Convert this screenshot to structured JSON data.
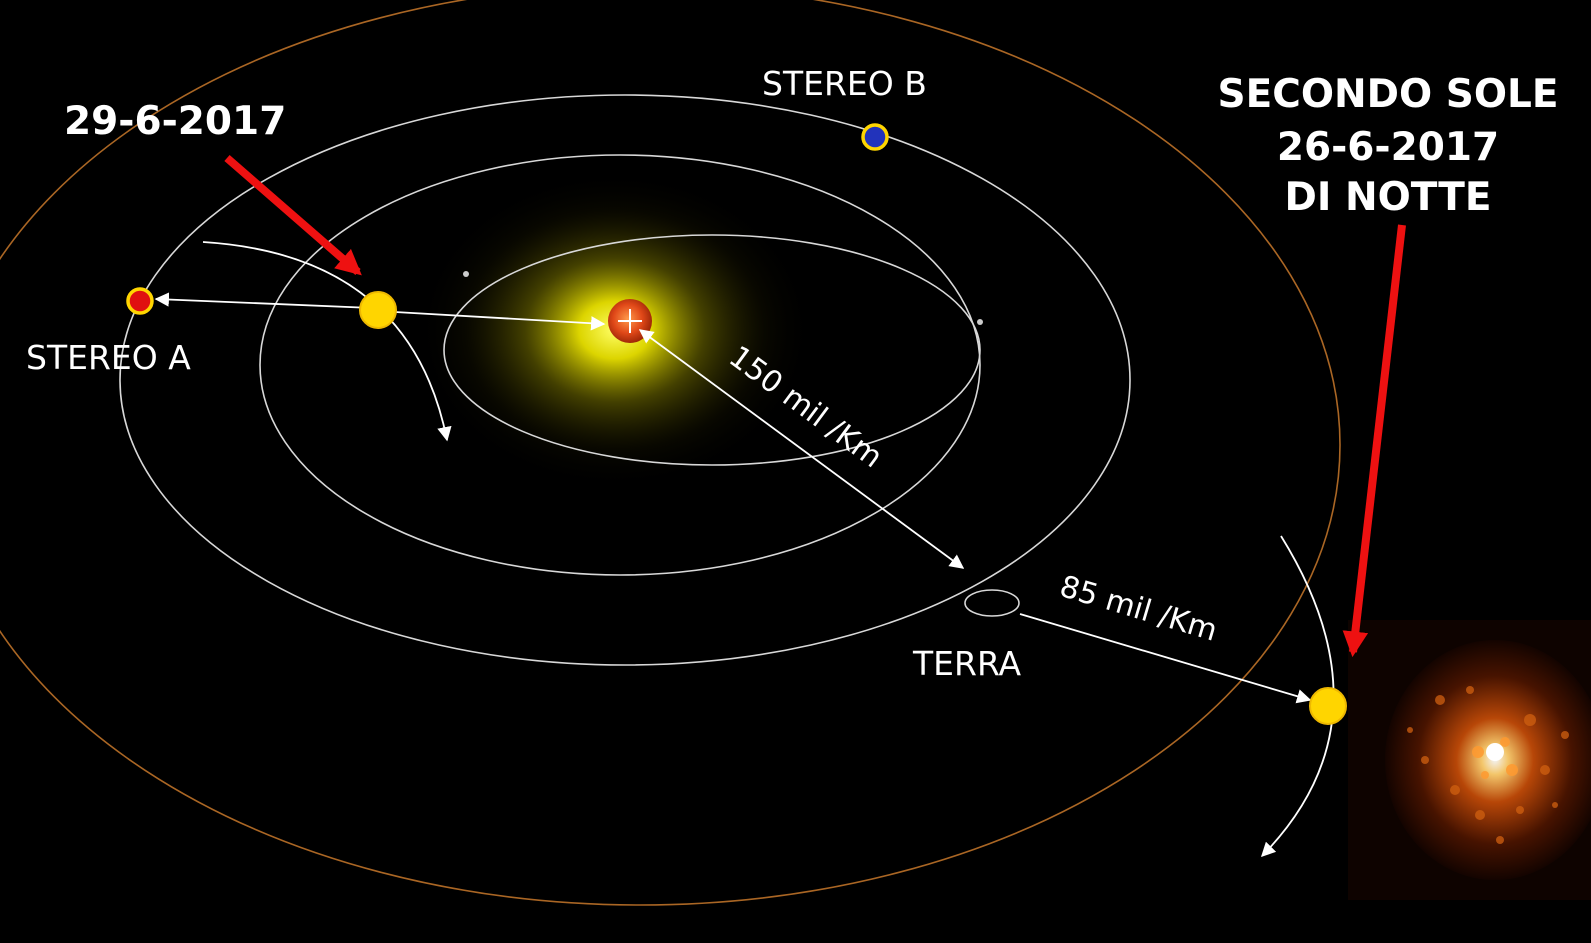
{
  "labels": {
    "date_left": "29-6-2017",
    "stereo_b": "STEREO B",
    "stereo_a": "STEREO A",
    "terra": "TERRA",
    "secondo_sole_line1": "SECONDO SOLE",
    "secondo_sole_line2": "26-6-2017",
    "secondo_sole_line3": "DI NOTTE",
    "distance_sun_earth": "150 mil /Km",
    "distance_earth_second_sun": "85 mil /Km"
  },
  "colors": {
    "background": "#000000",
    "orbit": "#d8d8d8",
    "outer_orbit": "#c8782a",
    "arrow_red": "#ee1111",
    "connector": "#ffffff",
    "body_yellow": "#ffd500",
    "stereo_a_fill": "#e01010",
    "stereo_b_fill": "#2233bb",
    "sun_core": "#e04818"
  }
}
